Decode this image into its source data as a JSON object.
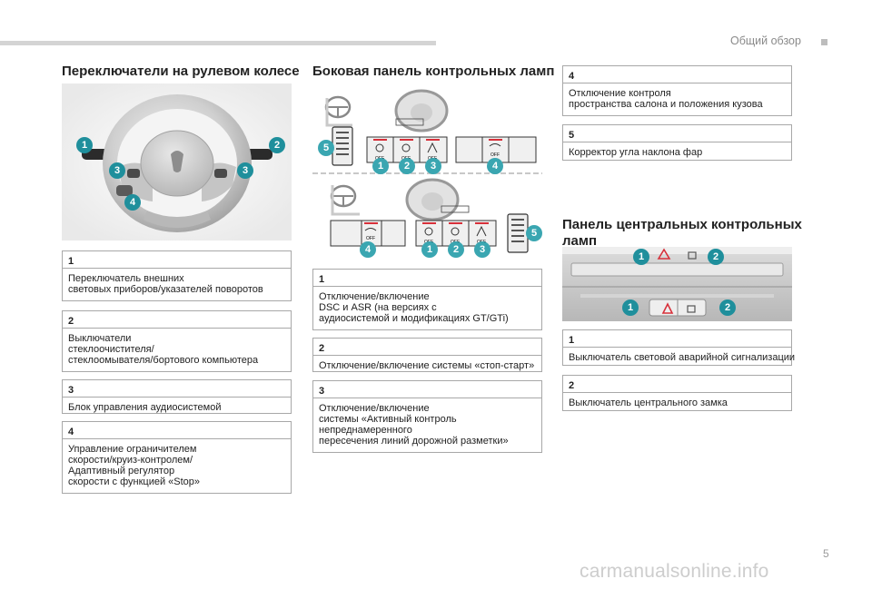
{
  "header": {
    "section": "Общий обзор",
    "page_number": "5"
  },
  "watermark": "carmanualsonline.info",
  "steering": {
    "title": "Переключатели на рулевом колесе",
    "items": [
      {
        "num": "1",
        "lines": [
          "Переключатель внешних",
          "световых приборов/указателей поворотов"
        ]
      },
      {
        "num": "2",
        "lines": [
          "Выключатели",
          "стеклоочистителя/",
          "стеклоомывателя/бортового компьютера"
        ]
      },
      {
        "num": "3",
        "lines": [
          "Блок управления аудиосистемой"
        ]
      },
      {
        "num": "4",
        "lines": [
          "Управление ограничителем",
          "скорости/круиз-контролем/",
          "Адаптивный регулятор",
          "скорости с функцией «Stop»"
        ]
      }
    ]
  },
  "side_panel": {
    "title": "Боковая панель контрольных ламп",
    "button_label": "OFF",
    "items": [
      {
        "num": "1",
        "lines": [
          "Отключение/включение",
          "DSC и ASR (на версиях с",
          "аудиосистемой и модификациях GT/GTi)"
        ]
      },
      {
        "num": "2",
        "lines": [
          "Отключение/включение системы «стоп-старт»"
        ]
      },
      {
        "num": "3",
        "lines": [
          "Отключение/включение",
          "системы «Активный контроль",
          "непреднамеренного",
          "пересечения линий дорожной разметки»"
        ]
      }
    ]
  },
  "right_items": [
    {
      "num": "4",
      "lines": [
        "Отключение контроля",
        "пространства салона и положения кузова"
      ]
    },
    {
      "num": "5",
      "lines": [
        "Корректор угла наклона фар"
      ]
    }
  ],
  "central_panel": {
    "title_lines": [
      "Панель центральных контрольных",
      "ламп"
    ],
    "items": [
      {
        "num": "1",
        "lines": [
          "Выключатель световой аварийной сигнализации"
        ]
      },
      {
        "num": "2",
        "lines": [
          "Выключатель центрального замка"
        ]
      }
    ]
  },
  "colors": {
    "accent": "#1f8f9c",
    "accent_light": "#3aa6b1",
    "warning": "#d7303a",
    "border": "#a8a8a8"
  },
  "icons": [
    "steering-wheel-icon",
    "seatbelt-icon",
    "lock-icon",
    "hazard-triangle-icon",
    "car-esc-icon",
    "stop-start-icon",
    "lane-assist-icon",
    "headlamp-icon"
  ]
}
